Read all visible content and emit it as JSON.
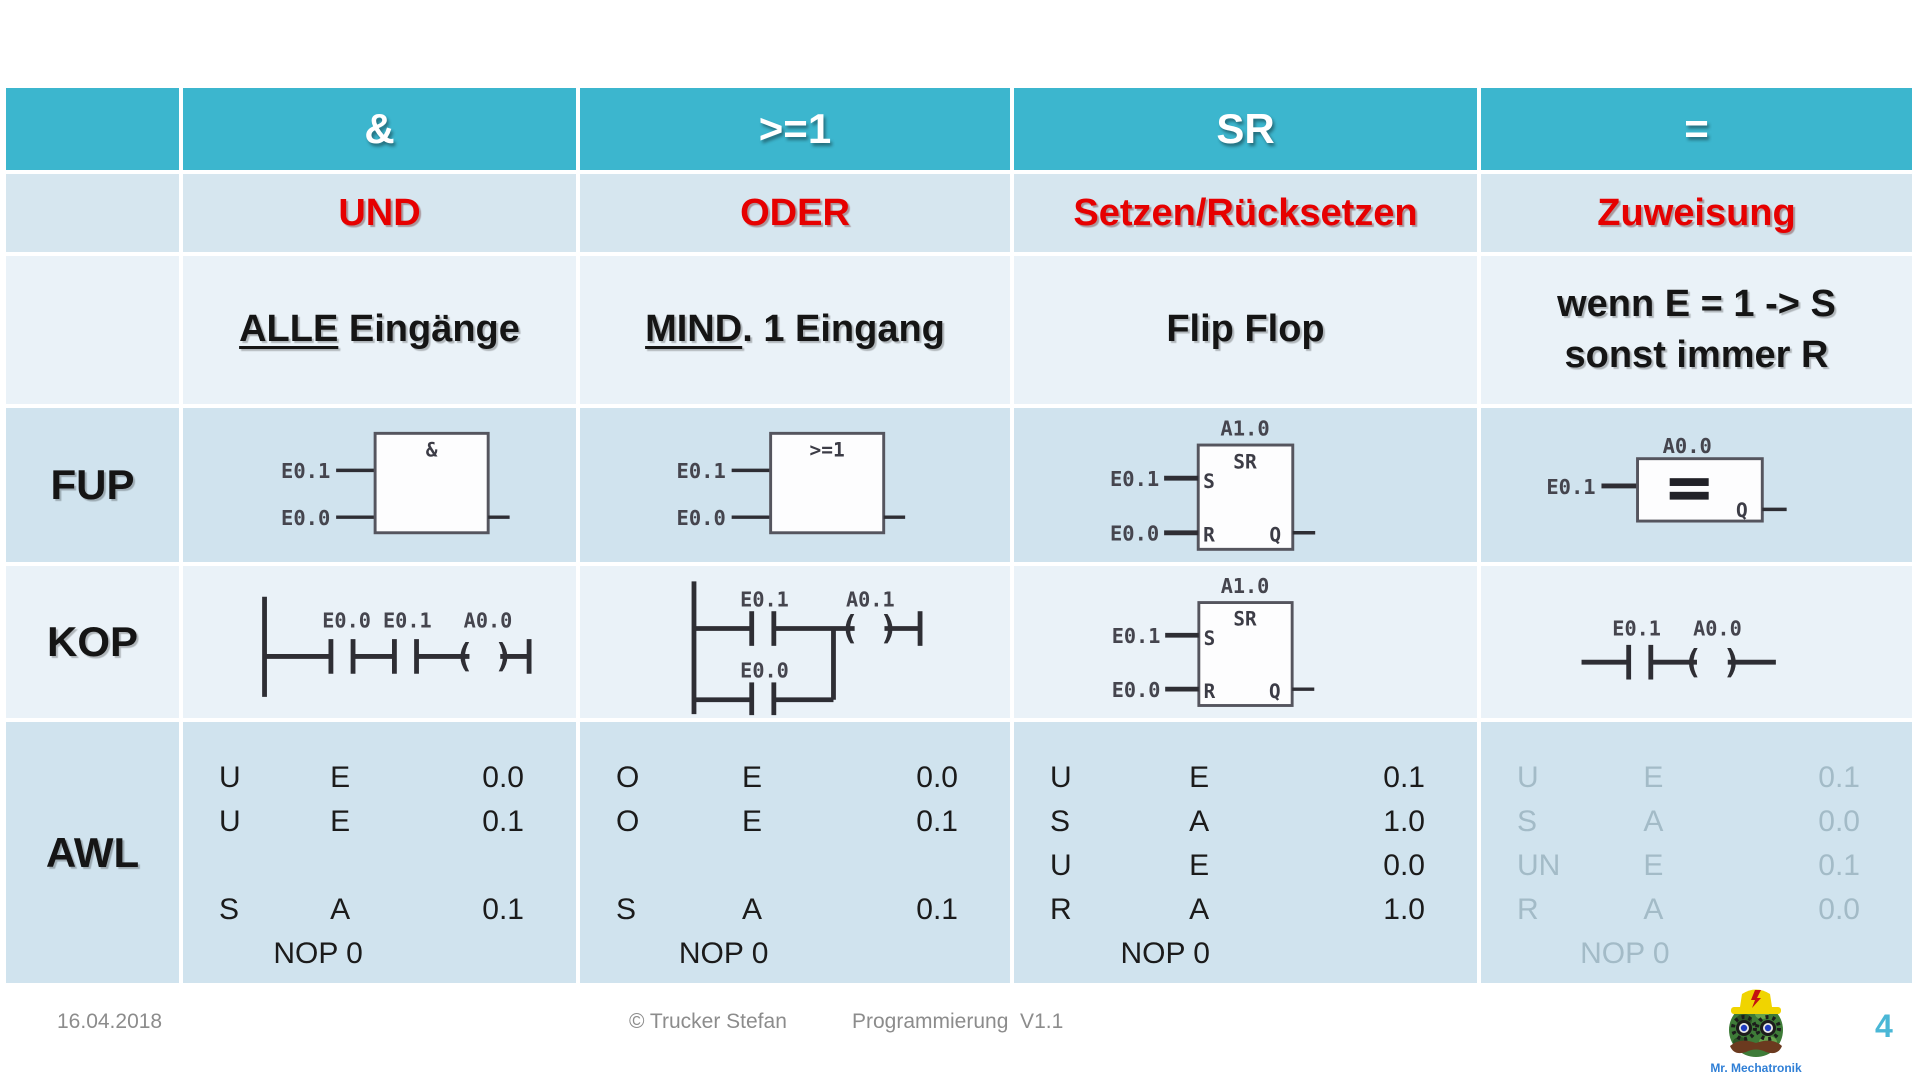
{
  "table": {
    "header": {
      "c1": "&",
      "c2": ">=1",
      "c3": "SR",
      "c4": "="
    },
    "names": {
      "c1": "UND",
      "c2": "ODER",
      "c3": "Setzen/Rücksetzen",
      "c4": "Zuweisung"
    },
    "desc": {
      "c1_u": "ALLE",
      "c1_rest": " Eingänge",
      "c2_u": "MIND",
      "c2_rest": ". 1 Eingang",
      "c3": "Flip Flop",
      "c4_line1": "wenn E = 1 -> S",
      "c4_line2": "sonst immer R"
    },
    "row_labels": {
      "fup": "FUP",
      "kop": "KOP",
      "awl": "AWL"
    }
  },
  "fup": {
    "und": {
      "gate": "&",
      "in1": "E0.1",
      "in2": "E0.0"
    },
    "oder": {
      "gate": ">=1",
      "in1": "E0.1",
      "in2": "E0.0"
    },
    "sr": {
      "addr": "A1.0",
      "gate": "SR",
      "in1": "E0.1",
      "in2": "E0.0",
      "s": "S",
      "r": "R",
      "q": "Q"
    },
    "zuw": {
      "addr": "A0.0",
      "in1": "E0.1",
      "q": "Q"
    }
  },
  "kop": {
    "und": {
      "labels": "E0.0 E0.1",
      "coil_label": "A0.0",
      "coil": "( )"
    },
    "oder": {
      "in1": "E0.1",
      "in2": "E0.0",
      "coil_label": "A0.1",
      "coil": "( )"
    },
    "sr": {
      "addr": "A1.0",
      "gate": "SR",
      "in1": "E0.1",
      "in2": "E0.0",
      "s": "S",
      "r": "R",
      "q": "Q"
    },
    "zuw": {
      "in1": "E0.1",
      "coil_label": "A0.0",
      "coil": "( )"
    }
  },
  "awl": {
    "und": {
      "l1": {
        "op": "U",
        "operand": "E",
        "value": "0.0"
      },
      "l2": {
        "op": "U",
        "operand": "E",
        "value": "0.1"
      },
      "l4": {
        "op": "S",
        "operand": "A",
        "value": "0.1"
      },
      "nop": "NOP 0"
    },
    "oder": {
      "l1": {
        "op": "O",
        "operand": "E",
        "value": "0.0"
      },
      "l2": {
        "op": "O",
        "operand": "E",
        "value": "0.1"
      },
      "l4": {
        "op": "S",
        "operand": "A",
        "value": "0.1"
      },
      "nop": "NOP 0"
    },
    "sr": {
      "l1": {
        "op": "U",
        "operand": "E",
        "value": "0.1"
      },
      "l2": {
        "op": "S",
        "operand": "A",
        "value": "1.0"
      },
      "l3": {
        "op": "U",
        "operand": "E",
        "value": "0.0"
      },
      "l4": {
        "op": "R",
        "operand": "A",
        "value": "1.0"
      },
      "nop": "NOP 0"
    },
    "zuw": {
      "l1": {
        "op": "U",
        "operand": "E",
        "value": "0.1"
      },
      "l2": {
        "op": "S",
        "operand": "A",
        "value": "0.0"
      },
      "l3": {
        "op": "UN",
        "operand": "E",
        "value": "0.1"
      },
      "l4": {
        "op": "R",
        "operand": "A",
        "value": "0.0"
      },
      "nop": "NOP 0"
    }
  },
  "footer": {
    "date": "16.04.2018",
    "copyright": "© Trucker Stefan",
    "version": "Programmierung  V1.1",
    "page": "4",
    "logo_text": "Mr. Mechatronik"
  },
  "colors": {
    "header_teal": "#3cb6ce",
    "red_title": "#e60000",
    "row_dark": "#d0e3ee",
    "row_light": "#eaf2f8",
    "awl_gray": "#a3bbc7",
    "page_teal": "#4ab7d6"
  }
}
